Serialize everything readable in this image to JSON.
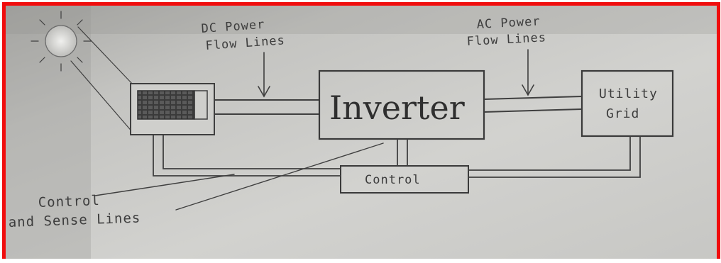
{
  "diagram": {
    "labels": {
      "dc_power": [
        "DC Power",
        "Flow Lines"
      ],
      "ac_power": [
        "AC Power",
        "Flow Lines"
      ],
      "inverter": "Inverter",
      "utility_grid": [
        "Utility",
        "Grid"
      ],
      "control": "Control",
      "control_sense": [
        "Control",
        "and Sense Lines"
      ]
    },
    "colors": {
      "frame": "#f00d0d",
      "paper": "#c9c9c6",
      "pencil": "#3f3f3f"
    },
    "icons": [
      "sun-icon",
      "solar-panel-icon"
    ]
  }
}
